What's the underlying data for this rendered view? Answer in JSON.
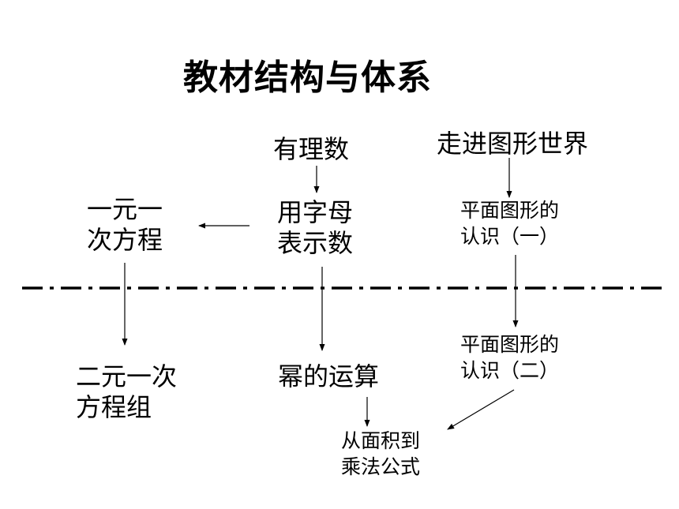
{
  "title": "教材结构与体系",
  "nodes": {
    "rational": "有理数",
    "letters": [
      "用字母",
      "表示数"
    ],
    "linear_eq": [
      "一元一",
      "次方程"
    ],
    "geometry_world": "走进图形世界",
    "plane_1": [
      "平面图形的",
      "认识（一）"
    ],
    "system_eq": [
      "二元一次",
      "方程组"
    ],
    "power_ops": "幂的运算",
    "plane_2": [
      "平面图形的",
      "认识（二）"
    ],
    "area_formula": [
      "从面积到",
      "乘法公式"
    ]
  }
}
